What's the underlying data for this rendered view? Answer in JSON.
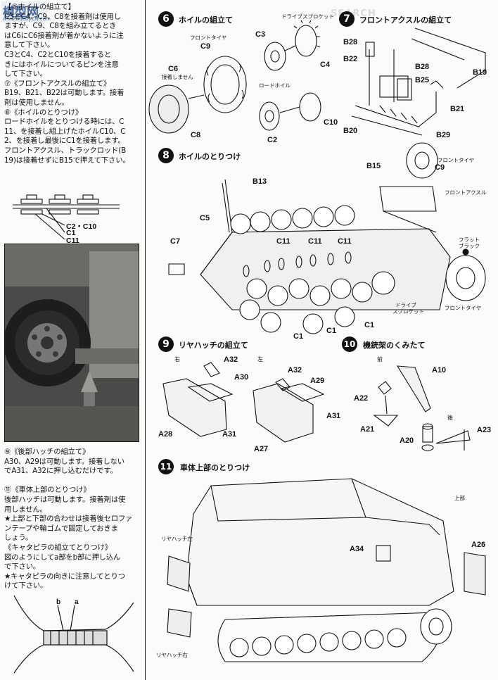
{
  "watermark": {
    "logo": "模型网",
    "url": "www.hobbyCN.com",
    "search": "SEARCH"
  },
  "left_text_1": [
    "【⑤ホイルの組立て】",
    "C3とC4、C9、C8を接着剤は使用し",
    "ますが、C9、C8を組み立てるとき",
    "はC6にC6接着剤が着かないように注",
    "意して下さい。",
    "C3とC4、C2とC10を接着すると",
    "きにはホイルについてるピンを注意",
    "して下さい。",
    "⑦《フロントアクスルの組立て》",
    "B19、B21、B22は可動します。接着",
    "剤は使用しません。",
    "⑧《ホイルのとりつけ》",
    "ロードホイルをとりつける時には、C",
    "11、を接着し組上げたホイルC10、C",
    "2、を接着し最後にC1を接着します。",
    "フロントアクスル、トラックロッド(B",
    "19)は接着せずにB15で押えて下さい。"
  ],
  "small_diagram": {
    "label1": "C2・C10",
    "label2": "C1",
    "label3": "C11"
  },
  "left_text_2": [
    "⑨《後部ハッチの組立て》",
    "A30、A29は可動します。接着しない",
    "でA31、A32に押し込むだけです。",
    "",
    "⑪《車体上部のとりつけ》",
    "後部ハッチは可動します。接着剤は使",
    "用しません。",
    "★上部と下部の合わせは接着後セロファ",
    "ンテープや輪ゴムで固定しておきま",
    "しょう。",
    "《キャタピラの組立てとりつけ》",
    "図のようにしてa部をb部に押し込ん",
    "で下さい。",
    "★キャタピラの向きに注意してとりつ",
    "けて下さい。"
  ],
  "track_diagram": {
    "b": "b",
    "a": "a"
  },
  "steps": {
    "s6": {
      "num": "6",
      "title": "ホイルの組立て",
      "drive_sprocket": "ドライブスプロケット",
      "front_tire": "フロントタイヤ",
      "c3": "C3",
      "c4": "C4",
      "c9": "C9",
      "c6": "C6",
      "no_glue": "接着しません",
      "road_wheel": "ロードホイル",
      "c10": "C10",
      "c2": "C2",
      "c8": "C8"
    },
    "s7": {
      "num": "7",
      "title": "フロントアクスルの組立て",
      "b28a": "B28",
      "b22": "B22",
      "b28b": "B28",
      "b25": "B25",
      "b19": "B19",
      "b21": "B21",
      "b20": "B20",
      "b29": "B29"
    },
    "s8": {
      "num": "8",
      "title": "ホイルのとりつけ",
      "b13": "B13",
      "b15": "B15",
      "front_tire": "フロントタイヤ",
      "c9": "C9",
      "front_axle": "フロントアクスル",
      "c5": "C5",
      "c7": "C7",
      "c11a": "C11",
      "c11b": "C11",
      "c11c": "C11",
      "flat_black": "フラット",
      "flat_black2": "ブラック",
      "drive": "ドライブ",
      "sprocket": "スプロケット",
      "front_tire2": "フロントタイヤ",
      "c1a": "C1",
      "c1b": "C1",
      "c1c": "C1"
    },
    "s9": {
      "num": "9",
      "title": "リヤハッチの組立て",
      "right": "右",
      "left": "左",
      "a32a": "A32",
      "a30": "A30",
      "a28": "A28",
      "a31a": "A31",
      "a32b": "A32",
      "a29": "A29",
      "a27": "A27",
      "a31b": "A31"
    },
    "s10": {
      "num": "10",
      "title": "機銃架のくみたて",
      "front": "前",
      "rear": "後",
      "a10": "A10",
      "a22": "A22",
      "a21": "A21",
      "a20": "A20",
      "a23": "A23"
    },
    "s11": {
      "num": "11",
      "title": "車体上部のとりつけ",
      "upper": "上部",
      "rear_hatch_left": "リヤハッチ左",
      "rear_hatch_right": "リヤハッチ右",
      "a34": "A34",
      "a26": "A26"
    }
  }
}
